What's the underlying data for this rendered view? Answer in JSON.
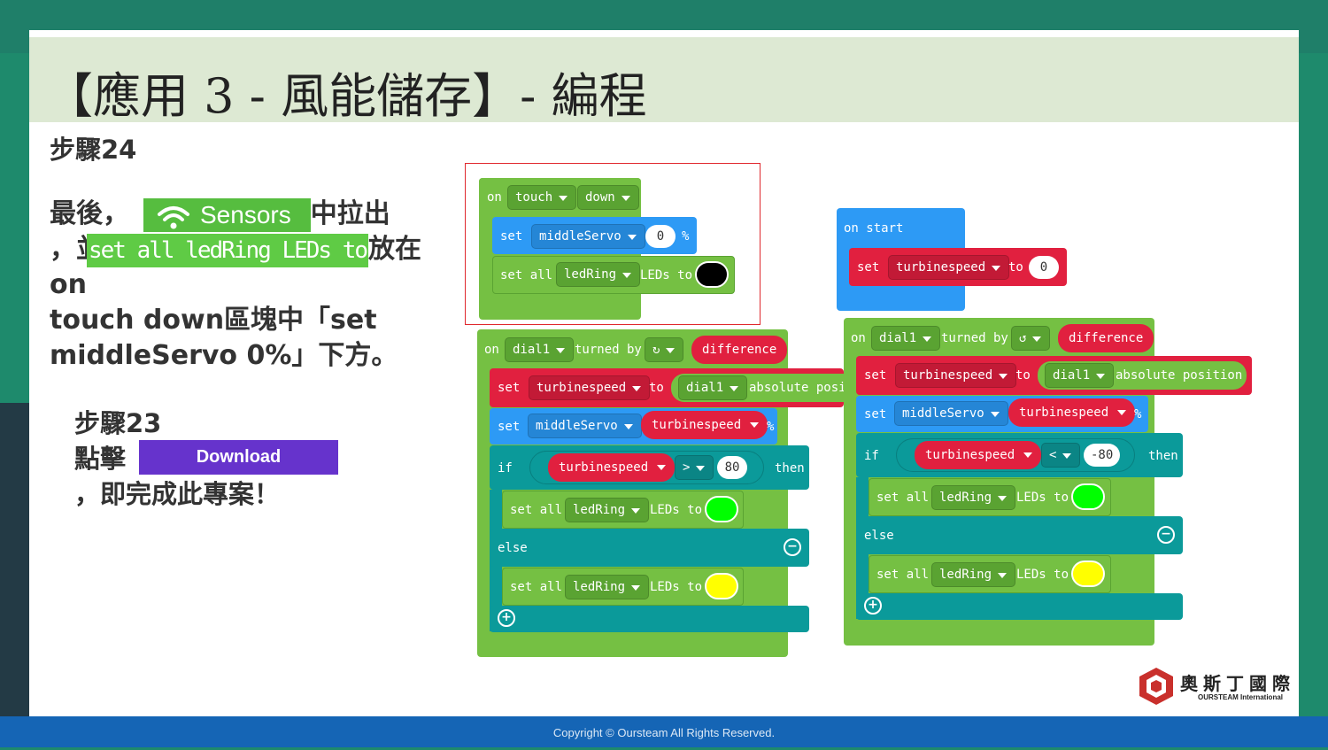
{
  "title": "【應用 3 - 風能儲存】- 編程",
  "step24": {
    "heading": "步驟24",
    "p1": "最後，",
    "sensors_chip": "Sensors",
    "p2": "中拉出",
    "p3": "，並",
    "block_chip": "set all ledRing LEDs to",
    "p4": "放在 on",
    "p5": "touch down區塊中「set",
    "p6": "middleServo 0%」下方。"
  },
  "step23": {
    "heading": "步驟23",
    "line2": "點擊",
    "download_label": "Download",
    "line3": "，即完成此專案！"
  },
  "footer": "Copyright © Oursteam All Rights Reserved.",
  "logo": {
    "cn": "奧斯丁國際",
    "en": "OURSTEAM International"
  },
  "colors": {
    "sensors": "#56bd3f",
    "download": "#6633cc",
    "footer": "#1565b5",
    "title_band": "#dde9d3"
  },
  "blocks": {
    "touch": {
      "on": "on",
      "event": "touch",
      "state": "down",
      "set": "set",
      "servo": "middleServo",
      "servo_val": "0",
      "pct": "%",
      "set_all": "set all",
      "ring": "ledRing",
      "leds_to": "LEDs to",
      "led_color": "#000000"
    },
    "start": {
      "label": "on start",
      "set": "set",
      "var": "turbinespeed",
      "to": "to",
      "val": "0"
    },
    "dial_left": {
      "on": "on",
      "dial": "dial1",
      "turned_by": "turned by",
      "dir": "↻",
      "diff": "difference",
      "set": "set",
      "var": "turbinespeed",
      "to": "to",
      "abs": "absolute posi",
      "set2": "set",
      "servo": "middleServo",
      "pct": "%",
      "if": "if",
      "op": ">",
      "cmp": "80",
      "then": "then",
      "set_all": "set all",
      "ring": "ledRing",
      "leds_to": "LEDs to",
      "led1": "#00ff00",
      "else": "else",
      "led2": "#ffff00"
    },
    "dial_right": {
      "on": "on",
      "dial": "dial1",
      "turned_by": "turned by",
      "dir": "↺",
      "diff": "difference",
      "set": "set",
      "var": "turbinespeed",
      "to": "to",
      "abs": "absolute position",
      "set2": "set",
      "servo": "middleServo",
      "pct": "%",
      "if": "if",
      "op": "<",
      "cmp": "-80",
      "then": "then",
      "set_all": "set all",
      "ring": "ledRing",
      "leds_to": "LEDs to",
      "led1": "#00ff00",
      "else": "else",
      "led2": "#ffff00"
    }
  }
}
